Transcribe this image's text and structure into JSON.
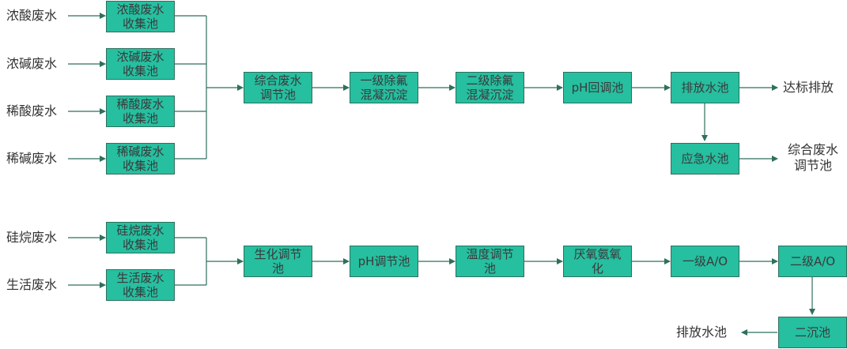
{
  "acid_alkali_line": {
    "inputs": [
      "浓酸废水",
      "浓碱废水",
      "稀酸废水",
      "稀碱废水"
    ],
    "collection_pools": [
      "浓酸废水\n收集池",
      "浓碱废水\n收集池",
      "稀酸废水\n收集池",
      "稀碱废水\n收集池"
    ],
    "steps": [
      "综合废水\n调节池",
      "一级除氟\n混凝沉淀",
      "二级除氟\n混凝沉淀",
      "pH回调池",
      "排放水池"
    ],
    "output": "达标排放",
    "emergency_pool": "应急水池",
    "emergency_output": "综合废水\n调节池"
  },
  "bio_line": {
    "inputs": [
      "硅烷废水",
      "生活废水"
    ],
    "collection_pools": [
      "硅烷废水\n收集池",
      "生活废水\n收集池"
    ],
    "steps": [
      "生化调节\n池",
      "pH调节池",
      "温度调节\n池",
      "厌氧氨氧\n化",
      "一级A/O",
      "二级A/O"
    ],
    "clarifier": "二沉池",
    "output": "排放水池"
  },
  "colors": {
    "box_fill": "#26bfa0",
    "box_border": "#2f6f5d",
    "line": "#2f6f5d"
  }
}
